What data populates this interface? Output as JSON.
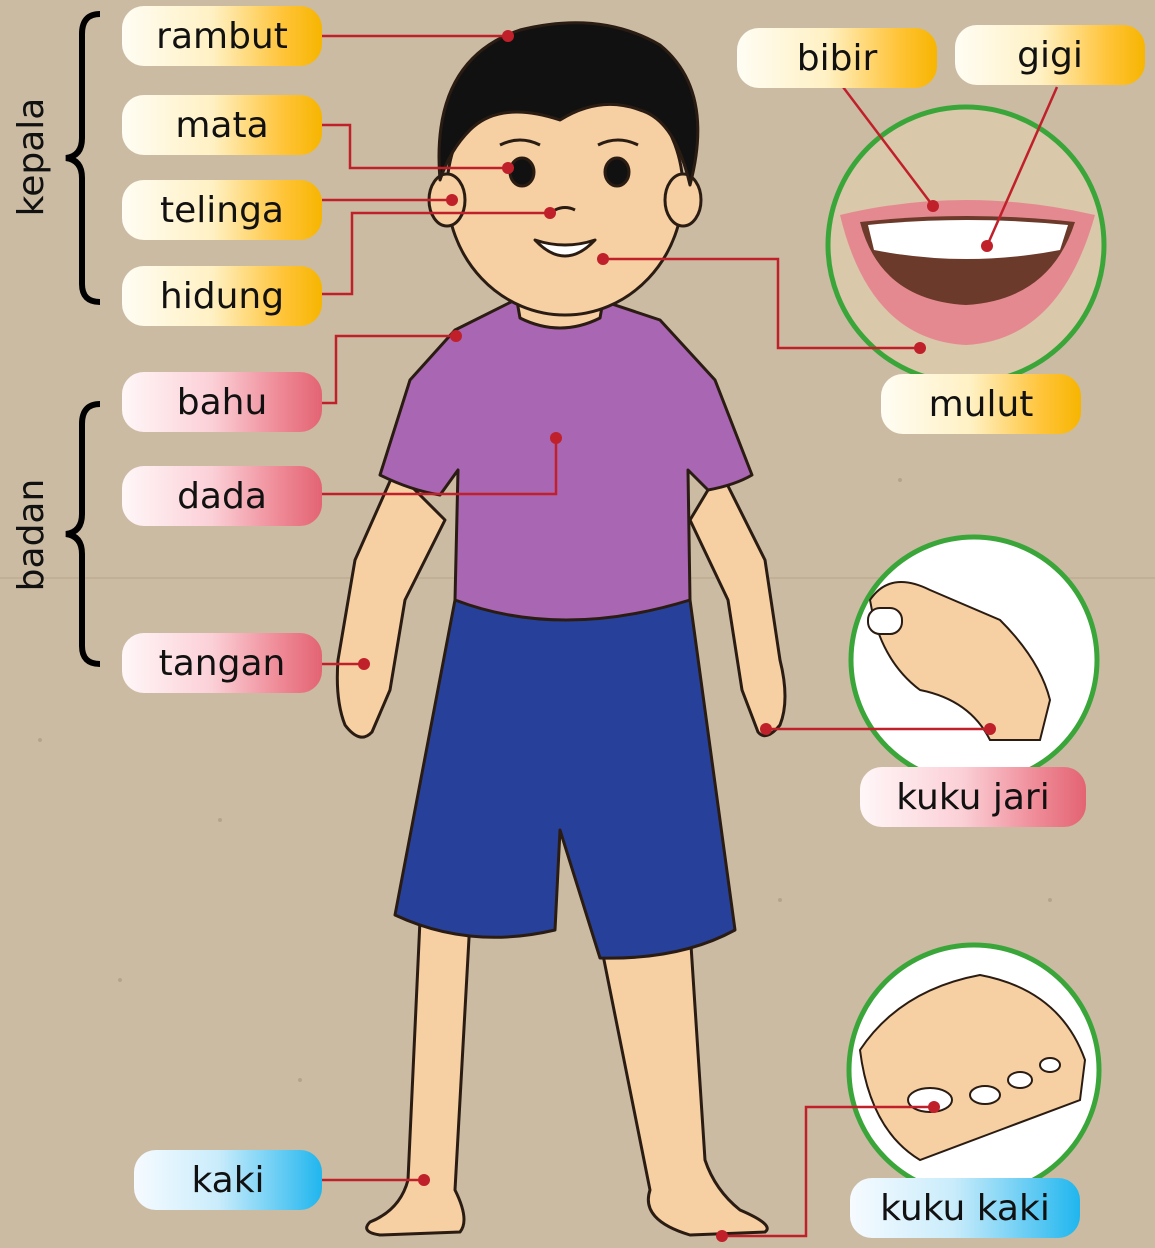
{
  "groups": {
    "head": "kepala",
    "body": "badan"
  },
  "labels": {
    "rambut": "rambut",
    "mata": "mata",
    "telinga": "telinga",
    "hidung": "hidung",
    "bahu": "bahu",
    "dada": "dada",
    "tangan": "tangan",
    "kaki": "kaki",
    "bibir": "bibir",
    "gigi": "gigi",
    "mulut": "mulut",
    "kuku_jari": "kuku jari",
    "kuku_kaki": "kuku kaki"
  },
  "colors": {
    "head_label": "#f7b500",
    "body_label": "#e36473",
    "leg_label": "#1fb6ee",
    "leader_line": "#c0202a",
    "zoom_ring": "#3aa63a"
  }
}
